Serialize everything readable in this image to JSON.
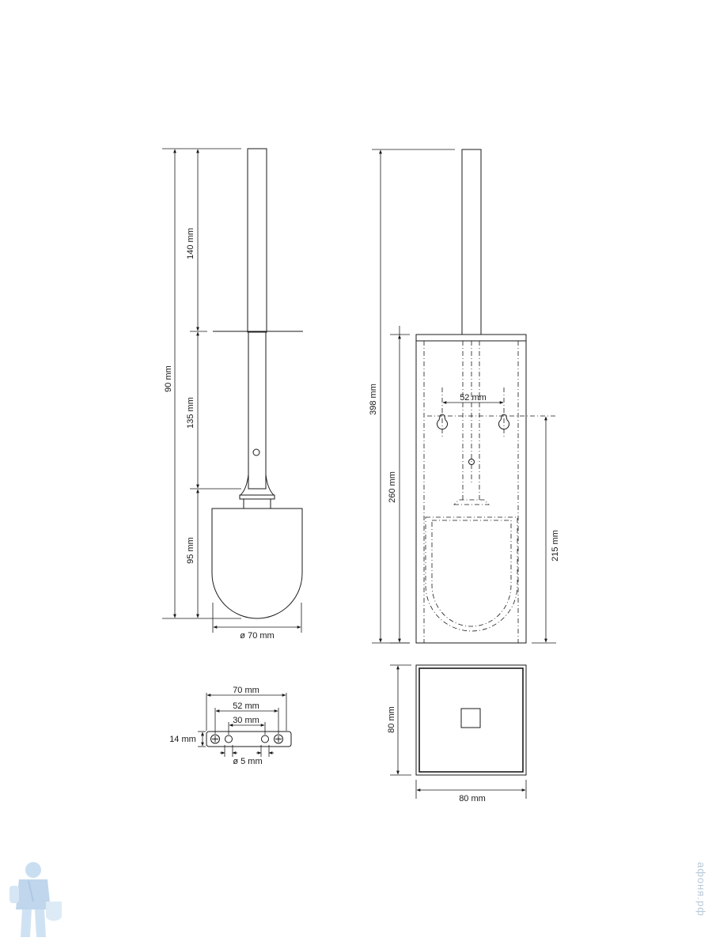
{
  "diagram": {
    "side_view": {
      "total_height": "90 mm",
      "handle_length": "140 mm",
      "mid_length": "135 mm",
      "head_height": "95 mm",
      "head_diameter": "ø 70 mm"
    },
    "front_view": {
      "total_height": "398 mm",
      "holder_height": "260 mm",
      "mount_height": "215 mm",
      "hole_spacing": "52 mm"
    },
    "mount_plate": {
      "width": "70 mm",
      "screw_spacing": "52 mm",
      "hole_spacing": "30 mm",
      "height": "14 mm",
      "hole_diameter": "ø 5 mm"
    },
    "top_view": {
      "depth": "80 mm",
      "width": "80 mm"
    }
  },
  "watermark": "афоня.рф"
}
